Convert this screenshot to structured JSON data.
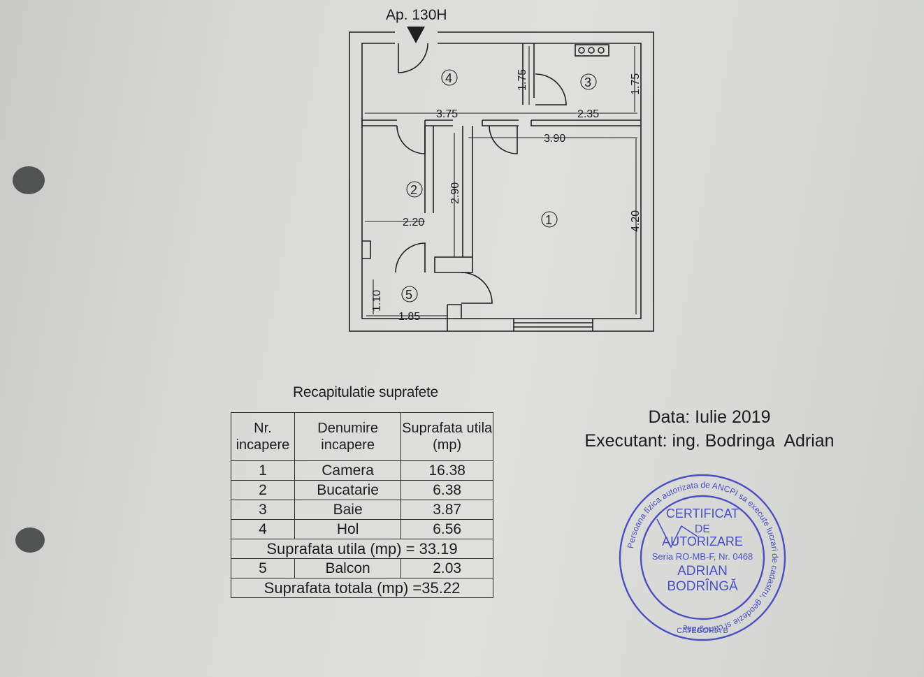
{
  "plan": {
    "apartment_label": "Ap. 130H",
    "rooms": [
      {
        "number": "1"
      },
      {
        "number": "2"
      },
      {
        "number": "3"
      },
      {
        "number": "4"
      },
      {
        "number": "5"
      }
    ],
    "dimensions": {
      "hol_width": "3.75",
      "hol_height": "1.75",
      "baie_width": "2.35",
      "baie_height": "1.75",
      "camera_width": "3.90",
      "camera_height": "4.20",
      "bucatarie_height": "2.90",
      "bucatarie_width": "2.20",
      "balcon_height": "1.10",
      "balcon_width": "1.85"
    }
  },
  "recap": {
    "title": "Recapitulatie suprafete",
    "headers": [
      "Nr. incapere",
      "Denumire incapere",
      "Suprafata utila (mp)"
    ],
    "rows": [
      {
        "nr": "1",
        "name": "Camera",
        "area": "16.38"
      },
      {
        "nr": "2",
        "name": "Bucatarie",
        "area": "6.38"
      },
      {
        "nr": "3",
        "name": "Baie",
        "area": "3.87"
      },
      {
        "nr": "4",
        "name": "Hol",
        "area": "6.56"
      }
    ],
    "subtotal": "Suprafata utila (mp) = 33.19",
    "balcony_row": {
      "nr": "5",
      "name": "Balcon",
      "area": "2.03"
    },
    "total": "Suprafata totala (mp) =35.22"
  },
  "meta": {
    "date": "Data: Iulie 2019",
    "executant": "Executant: ing. Bodringa  Adrian"
  },
  "stamp": {
    "ring_text": "Persoana fizica autorizata de ANCPI sa execute lucrari de cadastru, geodezie si cartografie",
    "line1": "CERTIFICAT",
    "line2": "DE",
    "line3": "AUTORIZARE",
    "series": "Seria RO-MB-F, Nr. 0468",
    "name1": "ADRIAN",
    "name2": "BODRÎNGĂ",
    "category": "CATEGORIA B",
    "color": "#4a4fc0"
  }
}
